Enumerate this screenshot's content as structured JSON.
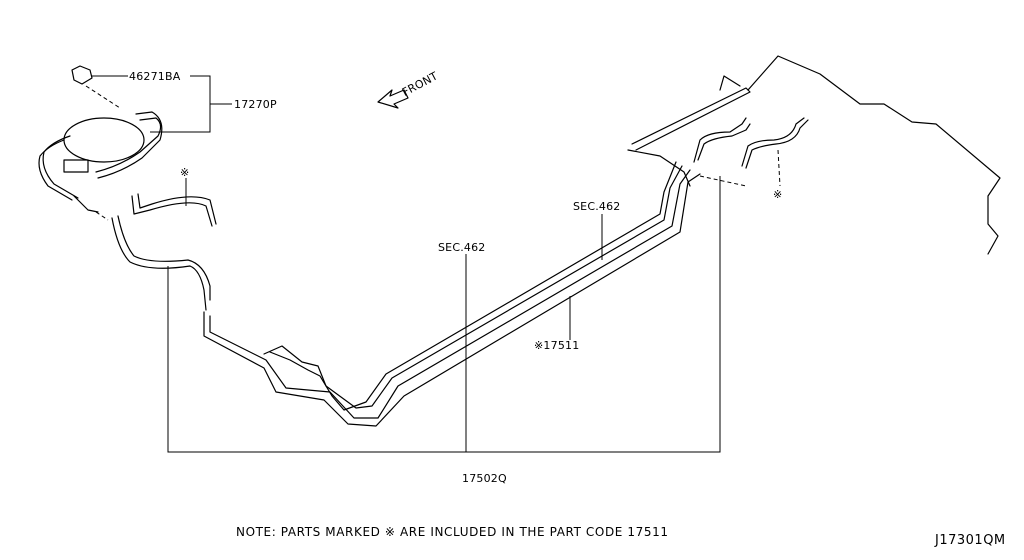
{
  "labels": {
    "part_46271BA": "46271BA",
    "part_17270P": "17270P",
    "front": "FRONT",
    "mark_symbol": "※",
    "sec_462_a": "SEC.462",
    "sec_462_b": "SEC.462",
    "part_17511": "※17511",
    "part_17502Q": "17502Q"
  },
  "note": "NOTE: PARTS MARKED ※ ARE INCLUDED IN THE PART CODE 17511",
  "diagram_code": "J17301QM"
}
